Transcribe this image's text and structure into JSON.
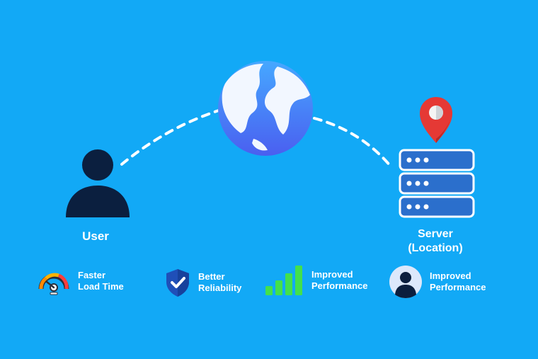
{
  "diagram": {
    "nodes": {
      "user": {
        "label": "User",
        "icon": "user-icon"
      },
      "globe": {
        "icon": "globe-icon"
      },
      "server": {
        "label_line1": "Server",
        "label_line2": "(Location)",
        "icon": "server-rack-icon",
        "marker_icon": "location-pin-icon"
      }
    },
    "connections": [
      {
        "from": "user",
        "to": "globe",
        "style": "dashed"
      },
      {
        "from": "globe",
        "to": "server",
        "style": "dashed"
      }
    ]
  },
  "features": [
    {
      "icon": "speedometer-icon",
      "line1": "Faster",
      "line2": "Load Time"
    },
    {
      "icon": "shield-check-icon",
      "line1": "Better",
      "line2": "Reliability"
    },
    {
      "icon": "signal-bars-icon",
      "line1": "Improved",
      "line2": "Performance"
    },
    {
      "icon": "user-avatar-icon",
      "line1": "Improved",
      "line2": "Performance"
    }
  ],
  "colors": {
    "background": "#12a9f6",
    "dark_navy": "#0b1f3f",
    "globe_blue": "#3f7bf5",
    "server_blue": "#2b6fcc",
    "pin_red": "#e53935",
    "bars_green": "#43e04c",
    "white": "#ffffff"
  }
}
